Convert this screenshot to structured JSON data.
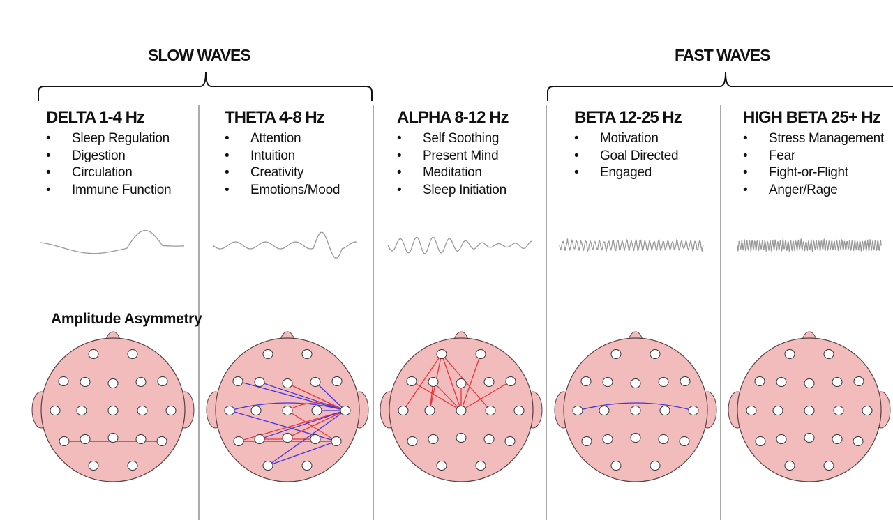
{
  "groups": {
    "slow": "SLOW WAVES",
    "fast": "FAST WAVES"
  },
  "section_label": "Amplitude Asymmetry",
  "colors": {
    "head_fill": "#f2bcbc",
    "head_stroke": "#5a4040",
    "blue": "#4433dd",
    "red": "#e8333a",
    "wave": "#999999",
    "divider": "#aaaaaa"
  },
  "bands": [
    {
      "title": "DELTA 1-4 Hz",
      "items": [
        "Sleep  Regulation",
        "Digestion",
        "Circulation",
        "Immune Function"
      ],
      "wave_freq": 1,
      "connections": [
        {
          "from": 12,
          "to": 16,
          "color": "blue"
        }
      ]
    },
    {
      "title": "THETA 4-8 Hz",
      "items": [
        "Attention",
        "Intuition",
        "Creativity",
        "Emotions/Mood"
      ],
      "wave_freq": 2,
      "connections": [
        {
          "from": 2,
          "to": 11,
          "color": "blue"
        },
        {
          "from": 3,
          "to": 11,
          "color": "blue"
        },
        {
          "from": 5,
          "to": 11,
          "color": "blue"
        },
        {
          "from": 4,
          "to": 11,
          "color": "red"
        },
        {
          "from": 7,
          "to": 11,
          "color": "blue",
          "curve": true
        },
        {
          "from": 7,
          "to": 16,
          "color": "blue"
        },
        {
          "from": 9,
          "to": 11,
          "color": "red",
          "curve": true
        },
        {
          "from": 10,
          "to": 11,
          "color": "blue"
        },
        {
          "from": 9,
          "to": 16,
          "color": "red"
        },
        {
          "from": 12,
          "to": 11,
          "color": "red"
        },
        {
          "from": 13,
          "to": 11,
          "color": "blue"
        },
        {
          "from": 14,
          "to": 11,
          "color": "red"
        },
        {
          "from": 12,
          "to": 16,
          "color": "blue"
        },
        {
          "from": 13,
          "to": 15,
          "color": "red"
        },
        {
          "from": 17,
          "to": 11,
          "color": "blue"
        },
        {
          "from": 17,
          "to": 16,
          "color": "blue"
        }
      ]
    },
    {
      "title": "ALPHA 8-12 Hz",
      "items": [
        "Self Soothing",
        "Present Mind",
        "Meditation",
        "Sleep  Initiation"
      ],
      "wave_freq": 4,
      "connections": [
        {
          "from": 0,
          "to": 7,
          "color": "red"
        },
        {
          "from": 0,
          "to": 8,
          "color": "red"
        },
        {
          "from": 0,
          "to": 9,
          "color": "red"
        },
        {
          "from": 0,
          "to": 10,
          "color": "red"
        },
        {
          "from": 3,
          "to": 8,
          "color": "red"
        },
        {
          "from": 3,
          "to": 9,
          "color": "red"
        },
        {
          "from": 1,
          "to": 9,
          "color": "red"
        },
        {
          "from": 2,
          "to": 9,
          "color": "red"
        },
        {
          "from": 4,
          "to": 9,
          "color": "red"
        },
        {
          "from": 6,
          "to": 9,
          "color": "red"
        }
      ]
    },
    {
      "title": "BETA 12-25 Hz",
      "items": [
        "Motivation",
        "Goal Directed",
        "Engaged"
      ],
      "wave_freq": 9,
      "connections": [
        {
          "from": 7,
          "to": 11,
          "color": "blue",
          "curve": true
        }
      ]
    },
    {
      "title": "HIGH BETA 25+ Hz",
      "items": [
        "Stress Management",
        "Fear",
        "Fight-or-Flight",
        "Anger/Rage"
      ],
      "wave_freq": 16,
      "connections": []
    }
  ]
}
